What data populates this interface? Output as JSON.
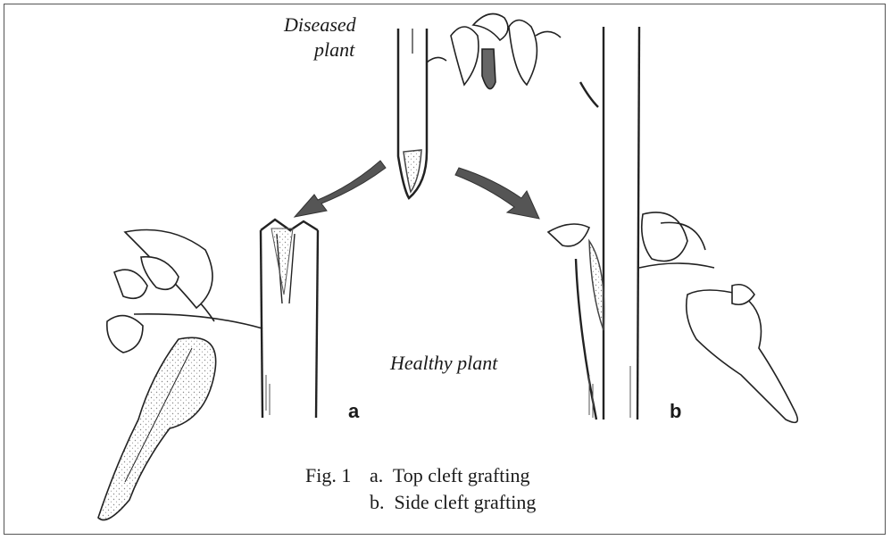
{
  "labels": {
    "diseased_line1": "Diseased",
    "diseased_line2": "plant",
    "healthy": "Healthy plant",
    "panel_a": "a",
    "panel_b": "b"
  },
  "caption": {
    "fig": "Fig. 1",
    "line_a": "a.  Top cleft grafting",
    "line_b": "b.  Side cleft grafting"
  },
  "colors": {
    "ink": "#222222",
    "arrow": "#555555",
    "stipple": "#888888"
  }
}
